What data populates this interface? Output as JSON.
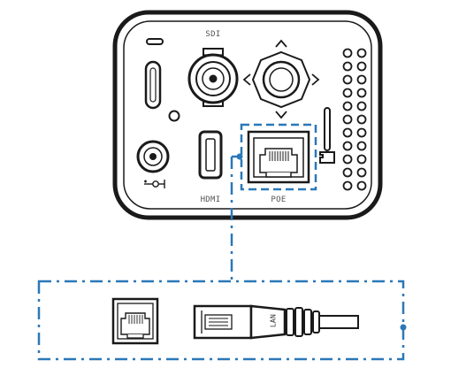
{
  "labels": {
    "sdi": "SDI",
    "hdmi": "HDMI",
    "poe": "POE",
    "lan": "LAN"
  },
  "icons": {
    "arrow_up": "^",
    "arrow_left": "<",
    "arrow_right": ">",
    "arrow_down": "V",
    "power": "⊕⊣"
  },
  "colors": {
    "outline": "#1a1a1a",
    "highlight": "#2a78b8",
    "body_fill": "#ffffff"
  }
}
